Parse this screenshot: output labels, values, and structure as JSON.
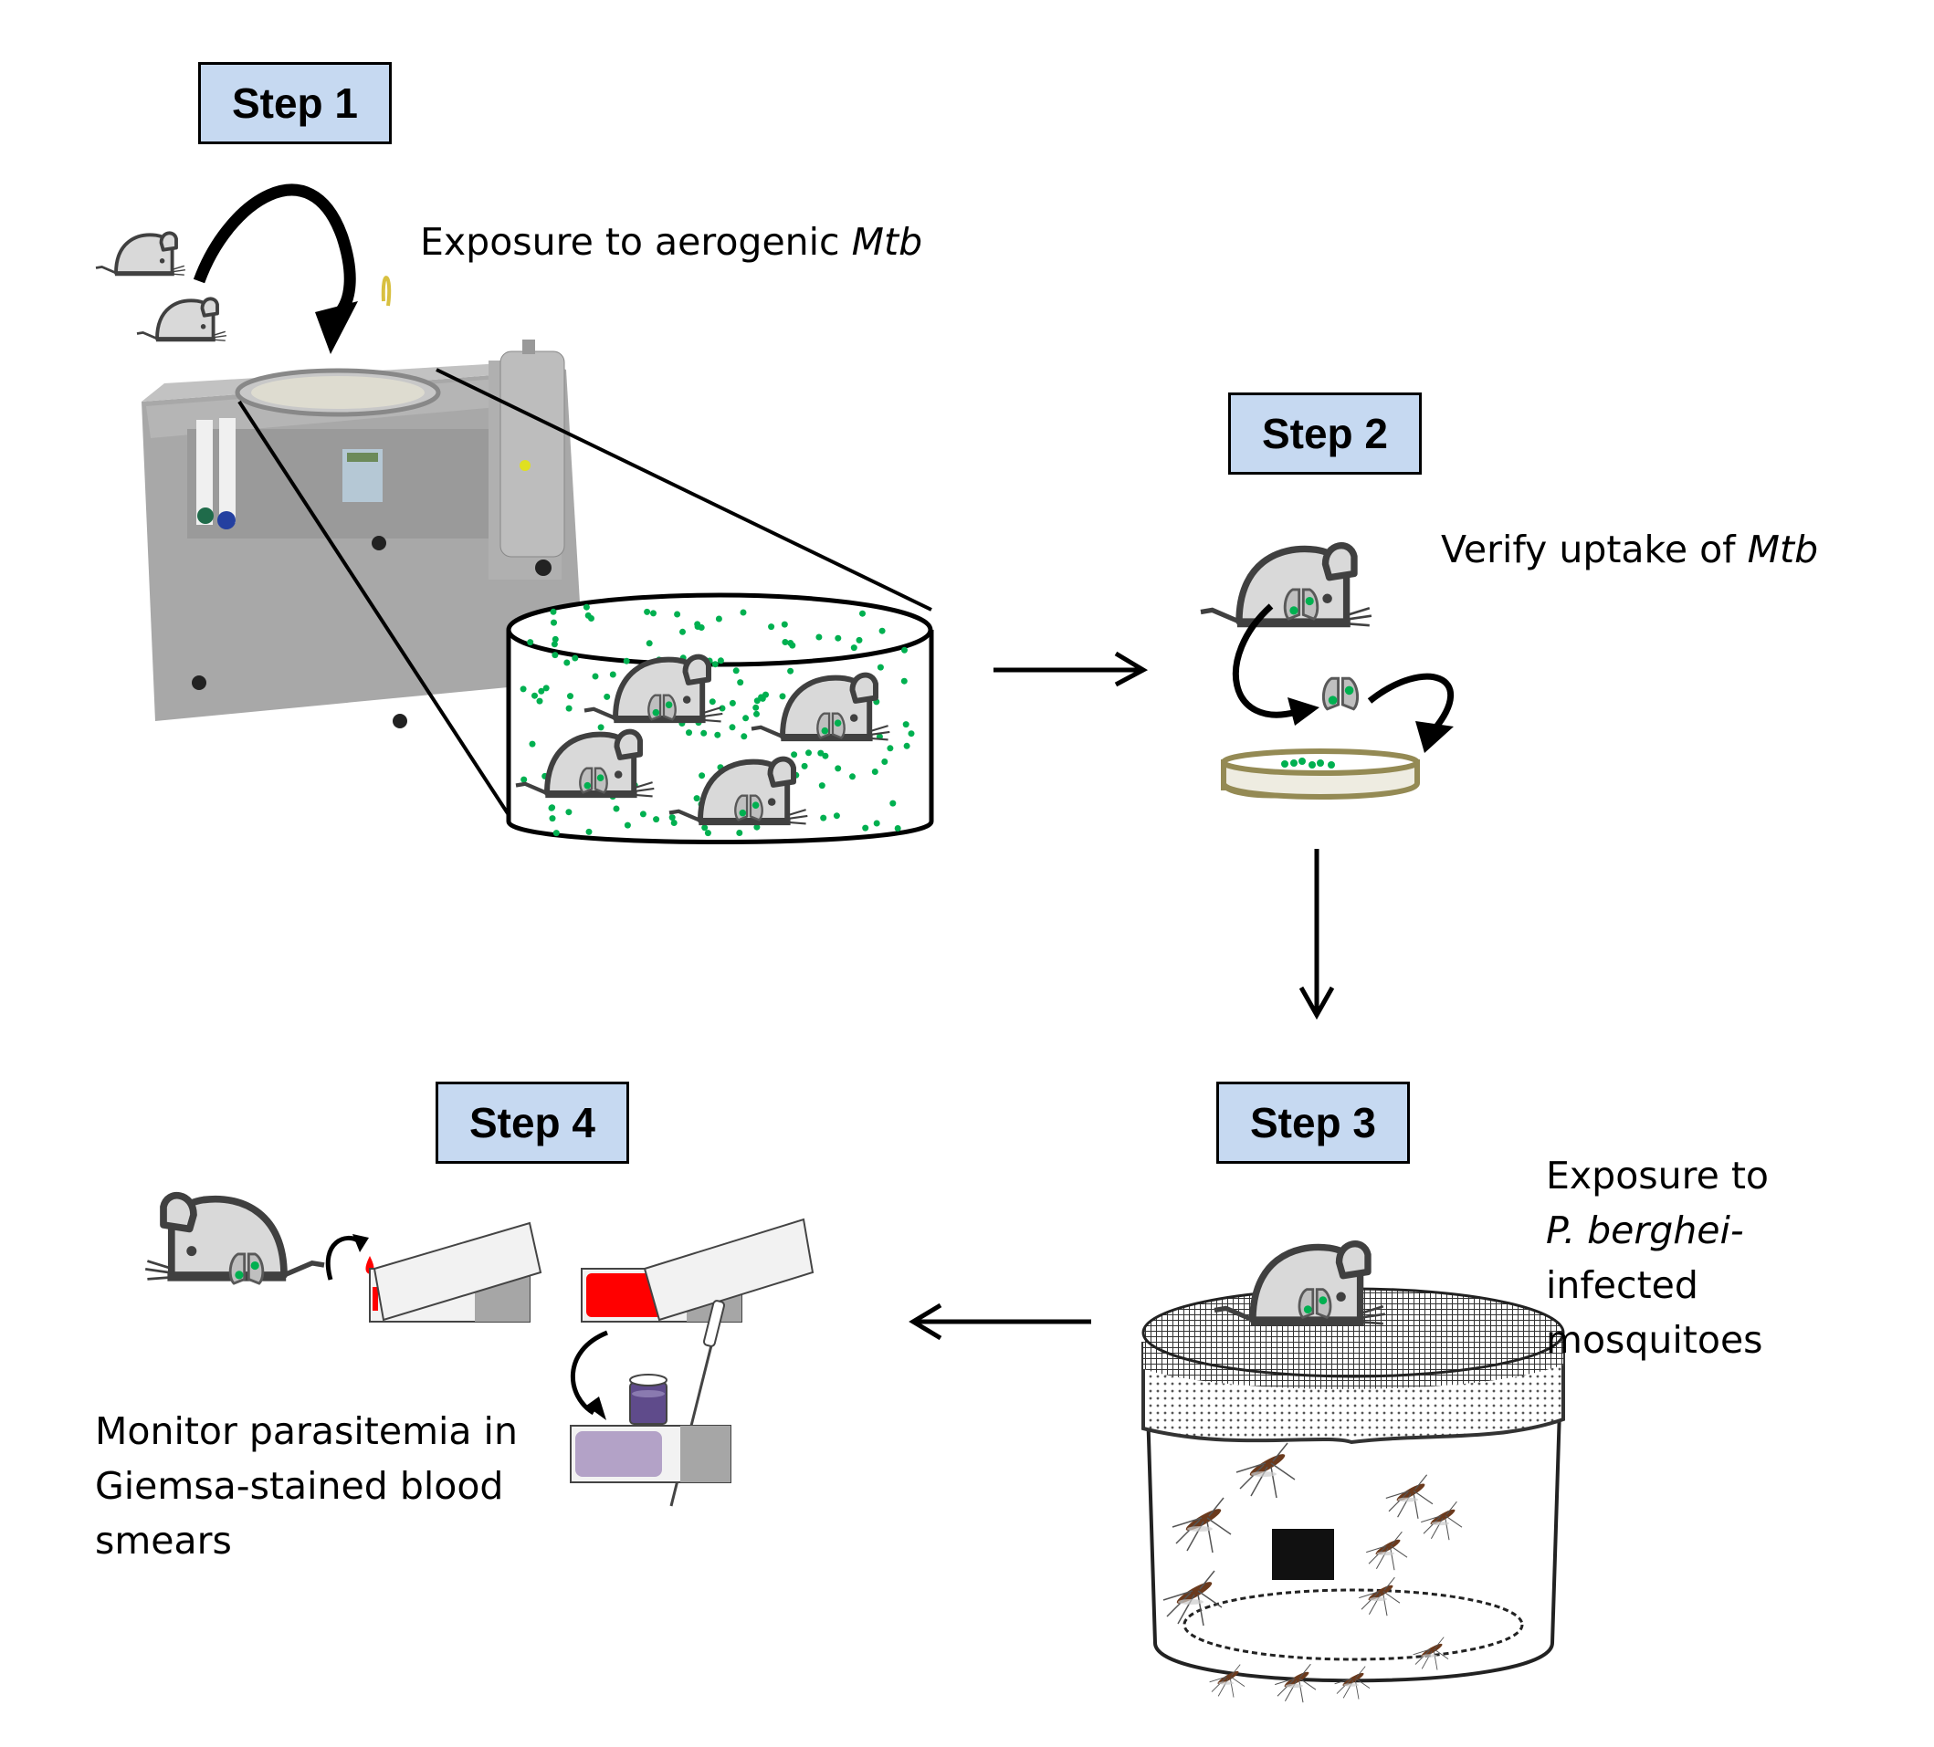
{
  "figure": {
    "steps": [
      {
        "label": "Step 1",
        "caption_prefix": "Exposure to aerogenic ",
        "caption_italic": "Mtb",
        "caption_suffix": ""
      },
      {
        "label": "Step 2",
        "caption_prefix": "Verify uptake of ",
        "caption_italic": "Mtb",
        "caption_suffix": ""
      },
      {
        "label": "Step 3",
        "caption_lines": [
          "Exposure to",
          "P. berghei-",
          "infected",
          "mosquitoes"
        ],
        "italic_line_index": 1
      },
      {
        "label": "Step 4",
        "caption_lines": [
          "Monitor parasitemia in",
          "Giemsa-stained blood",
          "smears"
        ]
      }
    ],
    "colors": {
      "step_box_fill": "#c6d9f1",
      "step_box_border": "#000000",
      "mtb_green": "#00b050",
      "mouse_fill": "#d9d9d9",
      "mouse_outline": "#404040",
      "blood_red": "#ff0000",
      "giemsa_purple": "#b3a2c7",
      "stain_dark": "#5f4b8b",
      "petri_rim": "#948a54"
    },
    "icons": {
      "mouse": "mouse-icon",
      "aerosol_chamber": "aerosol-chamber-icon",
      "petri_dish": "petri-dish-icon",
      "lungs": "lungs-icon",
      "mosquito_cage": "mosquito-cage-icon",
      "mosquito": "mosquito-icon",
      "glass_slide": "glass-slide-icon",
      "stain_beaker": "beaker-icon",
      "pipette": "pipette-icon"
    }
  }
}
